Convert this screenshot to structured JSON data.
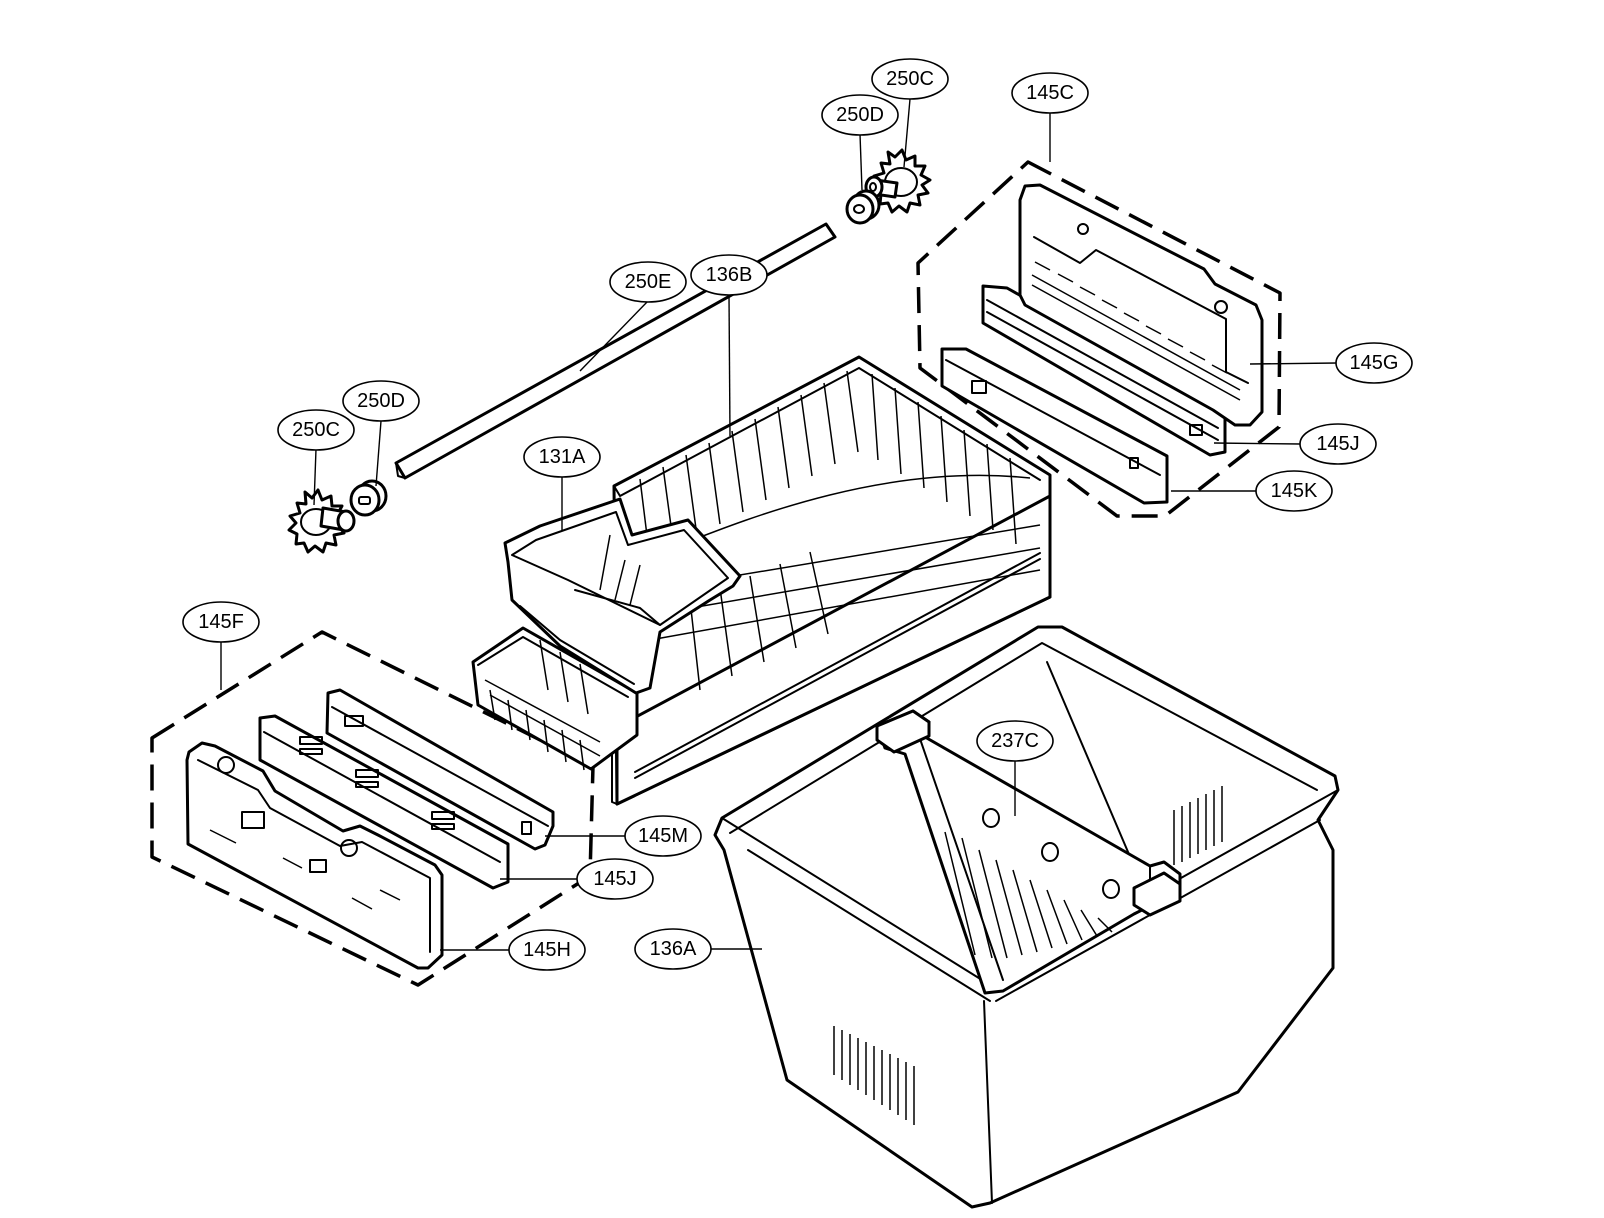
{
  "callouts": [
    {
      "id": "250C",
      "label": "250C"
    },
    {
      "id": "250D",
      "label": "250D"
    },
    {
      "id": "145C",
      "label": "145C"
    },
    {
      "id": "250E",
      "label": "250E"
    },
    {
      "id": "136B",
      "label": "136B"
    },
    {
      "id": "250C-left",
      "label": "250C"
    },
    {
      "id": "250D-left",
      "label": "250D"
    },
    {
      "id": "131A",
      "label": "131A"
    },
    {
      "id": "145G",
      "label": "145G"
    },
    {
      "id": "145J-right",
      "label": "145J"
    },
    {
      "id": "145K",
      "label": "145K"
    },
    {
      "id": "145F",
      "label": "145F"
    },
    {
      "id": "237C",
      "label": "237C"
    },
    {
      "id": "145M",
      "label": "145M"
    },
    {
      "id": "145J-left",
      "label": "145J"
    },
    {
      "id": "145H",
      "label": "145H"
    },
    {
      "id": "136A",
      "label": "136A"
    }
  ]
}
